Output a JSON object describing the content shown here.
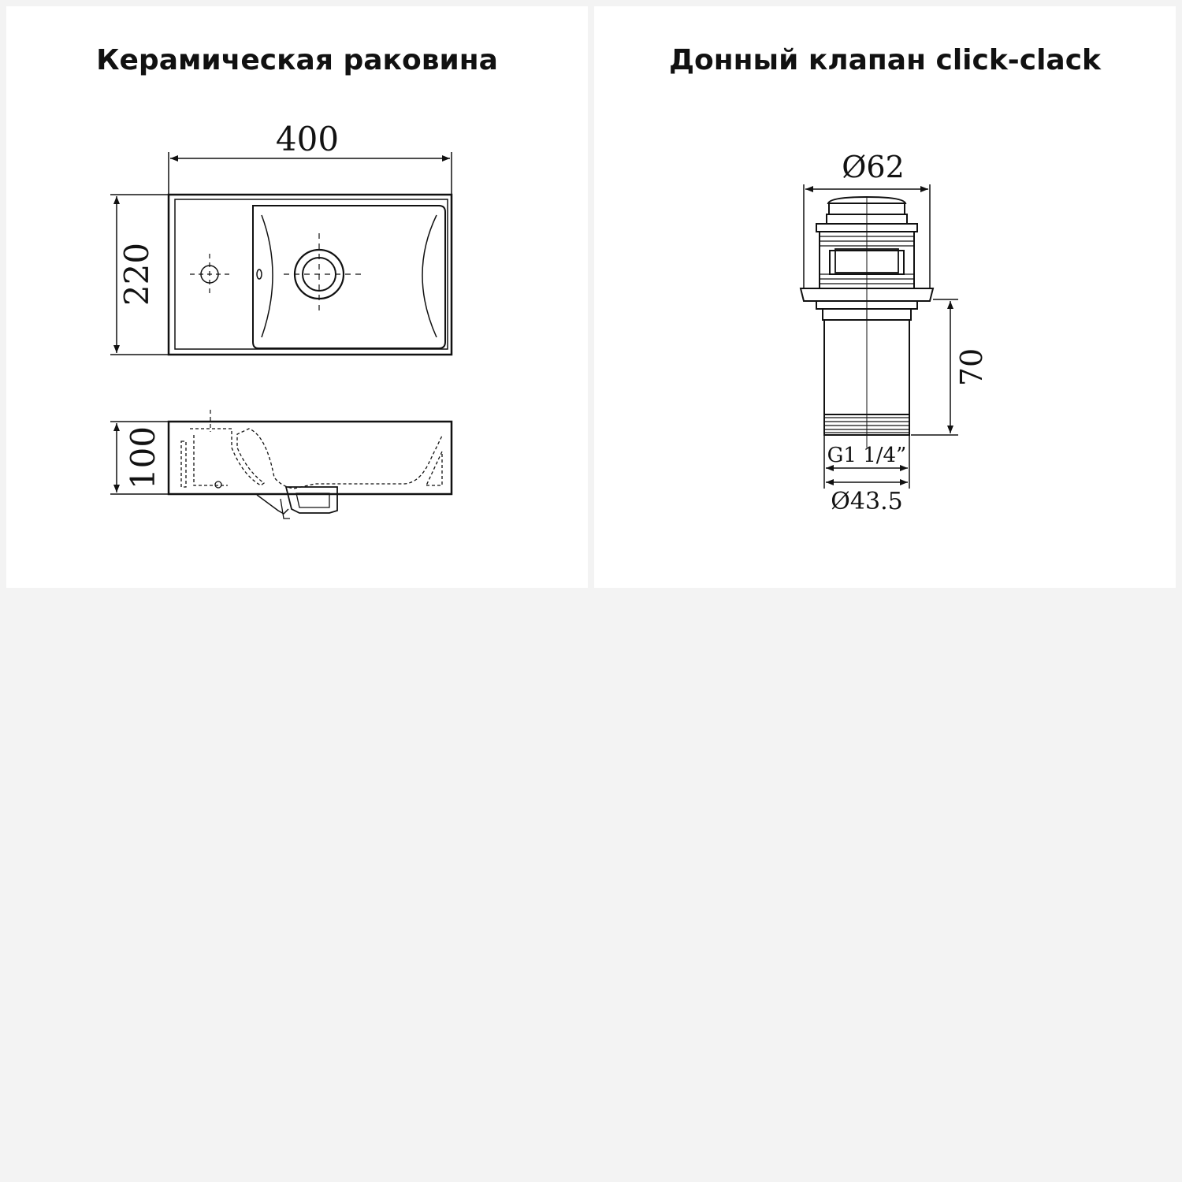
{
  "panels": {
    "sink": {
      "title": "Керамическая раковина",
      "dims": {
        "width": "400",
        "depth": "220",
        "height": "100"
      }
    },
    "valve": {
      "title": "Донный клапан click-clack",
      "dims": {
        "top_diameter": "Ø62",
        "length": "70",
        "thread": "G1 1/4”",
        "bottom_diameter": "Ø43.5"
      }
    }
  },
  "colors": {
    "line": "#111111",
    "page_bg": "#f3f3f3",
    "panel_bg": "#ffffff"
  }
}
